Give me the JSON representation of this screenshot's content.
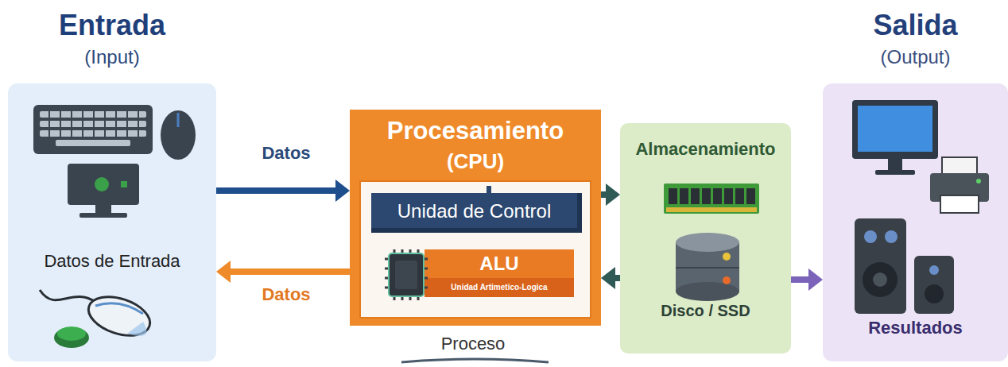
{
  "diagram": {
    "nodes": [
      {
        "text": [
          "Entrada",
          "(Input)",
          "Datos de Entrada"
        ]
      },
      {
        "text": [
          "Procesamiento",
          "(CPU)"
        ]
      },
      {
        "text": [
          "Unidad de Control"
        ],
        "in": 1
      },
      {
        "text": [
          "ALU",
          "Unidad Artimetico-Logica"
        ],
        "in": 1
      },
      {
        "text": [
          "Almacenamiento",
          "Disco / SSD"
        ]
      },
      {
        "text": [
          "Salida",
          "(Output)",
          "Resultados"
        ]
      }
    ],
    "edges": [
      {
        "from": 0,
        "to": 1,
        "label": "Datos",
        "arrow": "to"
      },
      {
        "from": 1,
        "to": 0,
        "label": "Datos",
        "arrow": "to"
      },
      {
        "from": 1,
        "to": 4,
        "arrow": "to"
      },
      {
        "from": 4,
        "to": 1,
        "arrow": "to"
      },
      {
        "from": 4,
        "to": 5,
        "arrow": "to"
      }
    ],
    "labels": [
      "Proceso"
    ]
  }
}
